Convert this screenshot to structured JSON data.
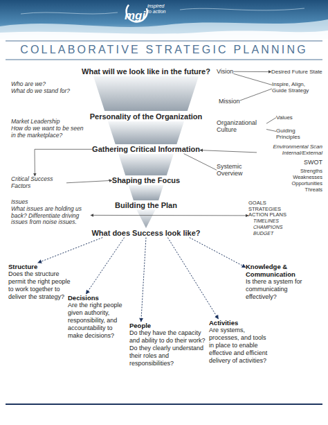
{
  "diagram": {
    "title": "COLLABORATIVE STRATEGIC PLANNING",
    "nodes": [
      {
        "text": [
          "What will we look like in the future?"
        ]
      },
      {
        "text": [
          "Vision"
        ]
      },
      {
        "text": [
          "Desired Future State"
        ]
      },
      {
        "text": [
          "Inspire, Align, Guide Strategy"
        ]
      },
      {
        "text": [
          "Mission"
        ]
      },
      {
        "text": [
          "Personality of the Organization"
        ]
      },
      {
        "text": [
          "Organizational Culture"
        ]
      },
      {
        "text": [
          "Values"
        ]
      },
      {
        "text": [
          "Guiding Principles"
        ]
      },
      {
        "text": [
          "Gathering Critical Information"
        ]
      },
      {
        "text": [
          "Environmental Scan Internal/External"
        ]
      },
      {
        "text": [
          "Systemic Overview"
        ]
      },
      {
        "text": [
          "Critical Success Factors"
        ]
      },
      {
        "text": [
          "Shaping the Focus"
        ]
      },
      {
        "text": [
          "Issues",
          "What issues are holding us back? Differentiate driving issues from noise issues."
        ]
      },
      {
        "text": [
          "Building the Plan"
        ]
      },
      {
        "text": [
          "GOALS",
          "STRATEGIES",
          "ACTION PLANS",
          "TIMELINES",
          "CHAMPIONS",
          "BUDGET"
        ]
      },
      {
        "text": [
          "What does Success look like?"
        ]
      },
      {
        "text": [
          "Structure",
          "Does the structure permit the right people to work together to deliver the strategy?"
        ]
      },
      {
        "text": [
          "Decisions",
          "Are the right people given authority, responsibility, and accountability to make decisions?"
        ]
      },
      {
        "text": [
          "People",
          "Do they have the capacity and ability to do their work? Do they clearly understand their roles and responsibilities?"
        ]
      },
      {
        "text": [
          "Activities",
          "Are systems, processes, and tools in place to enable effective and efficient delivery of activities?"
        ]
      },
      {
        "text": [
          "Knowledge & Communication",
          "Is there a system for communicating effectively?"
        ]
      }
    ],
    "edges": [
      {
        "from": 1,
        "to": 2,
        "arrow": "to"
      },
      {
        "from": 1,
        "to": 3,
        "arrow": "none"
      },
      {
        "from": 4,
        "to": 3,
        "arrow": "none"
      },
      {
        "from": 6,
        "to": 7,
        "arrow": "none"
      },
      {
        "from": 6,
        "to": 8,
        "arrow": "none"
      },
      {
        "from": 10,
        "to": 9,
        "arrow": "to"
      },
      {
        "from": 11,
        "to": 9,
        "arrow": "none"
      },
      {
        "from": 9,
        "to": 12,
        "arrow": "to"
      },
      {
        "from": 12,
        "to": 13,
        "arrow": "to"
      },
      {
        "from": 14,
        "to": 16,
        "arrow": "both"
      },
      {
        "from": 17,
        "to": 18,
        "arrow": "to"
      },
      {
        "from": 17,
        "to": 19,
        "arrow": "to"
      },
      {
        "from": 17,
        "to": 20,
        "arrow": "to"
      },
      {
        "from": 17,
        "to": 21,
        "arrow": "to"
      },
      {
        "from": 17,
        "to": 22,
        "arrow": "to"
      }
    ],
    "labels": [
      "mgi",
      "inspired to action",
      "Who are we?",
      "What do we stand for?",
      "Market Leadership",
      "How do we want to be seen in the marketplace?",
      "SWOT",
      "Strengths",
      "Weaknesses",
      "Opportunities",
      "Threats"
    ]
  }
}
